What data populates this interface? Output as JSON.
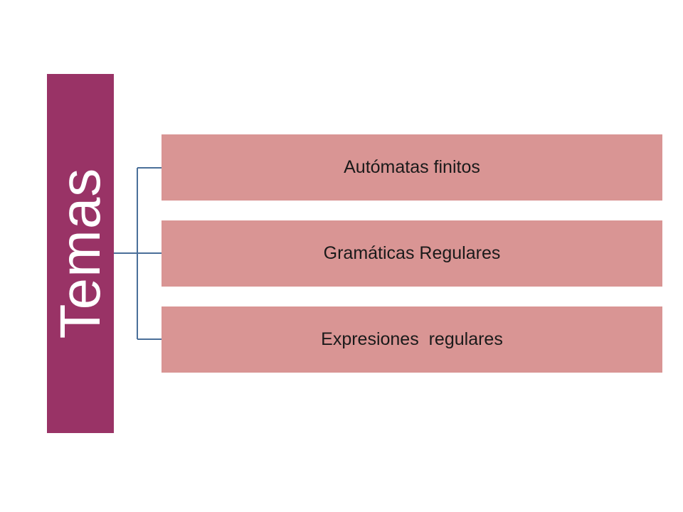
{
  "diagram": {
    "root": {
      "label": "Temas"
    },
    "topics": [
      {
        "label": "Autómatas finitos"
      },
      {
        "label": "Gramáticas Regulares"
      },
      {
        "label": "Expresiones  regulares"
      }
    ]
  },
  "colors": {
    "background": "#ffffff",
    "root_fill": "#993366",
    "topic_fill": "#d99594",
    "connector": "#4a6f99",
    "topic_text": "#1a1a1a",
    "root_text": "#ffffff"
  }
}
